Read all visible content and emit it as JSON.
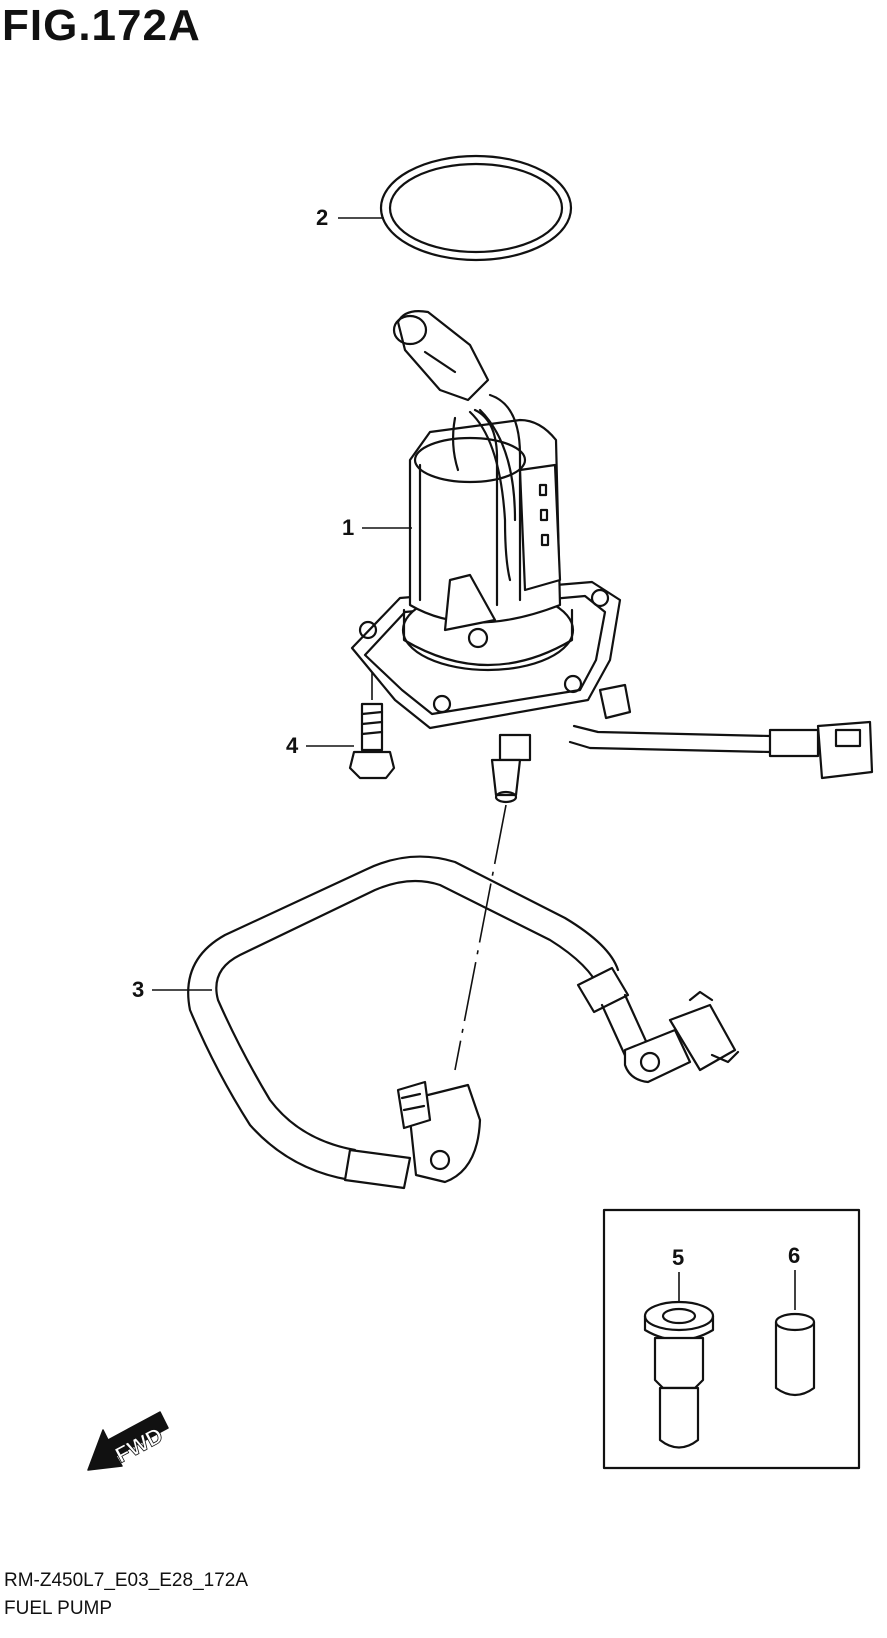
{
  "figure": {
    "title": "FIG.172A"
  },
  "callouts": [
    {
      "id": "1",
      "label": "1"
    },
    {
      "id": "2",
      "label": "2"
    },
    {
      "id": "3",
      "label": "3"
    },
    {
      "id": "4",
      "label": "4"
    },
    {
      "id": "5",
      "label": "5"
    },
    {
      "id": "6",
      "label": "6"
    }
  ],
  "fwd_arrow": {
    "label": "FWD"
  },
  "footer": {
    "code": "RM-Z450L7_E03_E28_172A",
    "name": "FUEL PUMP"
  }
}
